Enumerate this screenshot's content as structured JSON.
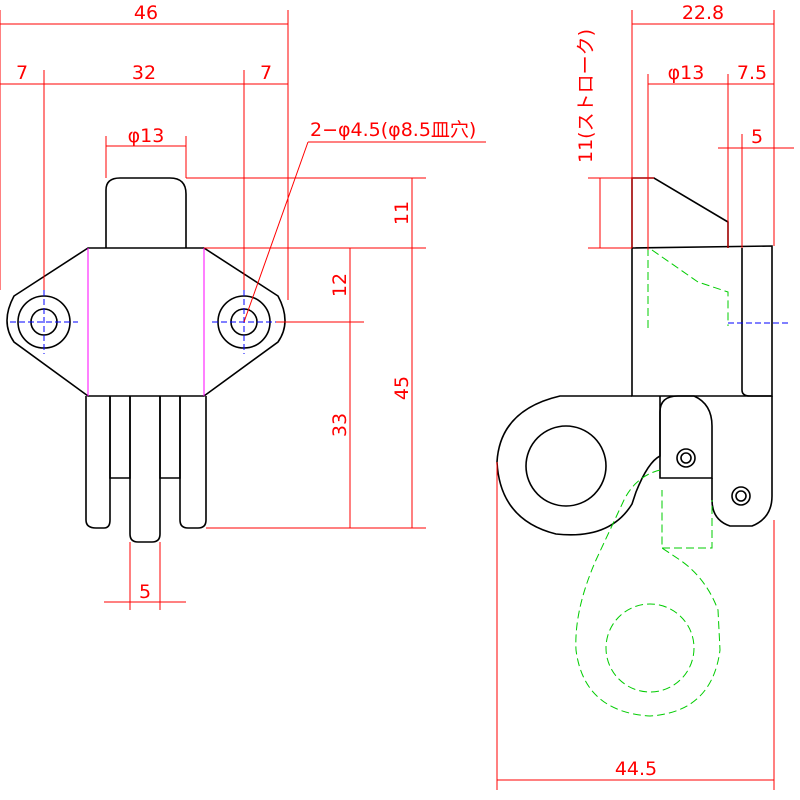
{
  "dimensions": {
    "front_width_total": "46",
    "front_left_edge": "7",
    "front_hole_pitch": "32",
    "front_right_edge": "7",
    "front_boss_dia": "φ13",
    "front_hole_note": "2−φ4.5(φ8.5皿穴)",
    "front_top_boss": "11",
    "front_hole_offset": "12",
    "front_height_total": "45",
    "front_lower": "33",
    "front_slot": "5",
    "side_width_top": "22.8",
    "side_dia": "φ13",
    "side_offset": "7.5",
    "side_small": "5",
    "side_stroke": "11(ストローク)",
    "side_width_bottom": "44.5"
  },
  "colors": {
    "dimension": "#ff0000",
    "outline": "#000000",
    "centerline": "#0000ff",
    "alt_position": "#00cc00",
    "edge": "#ff00ff"
  }
}
